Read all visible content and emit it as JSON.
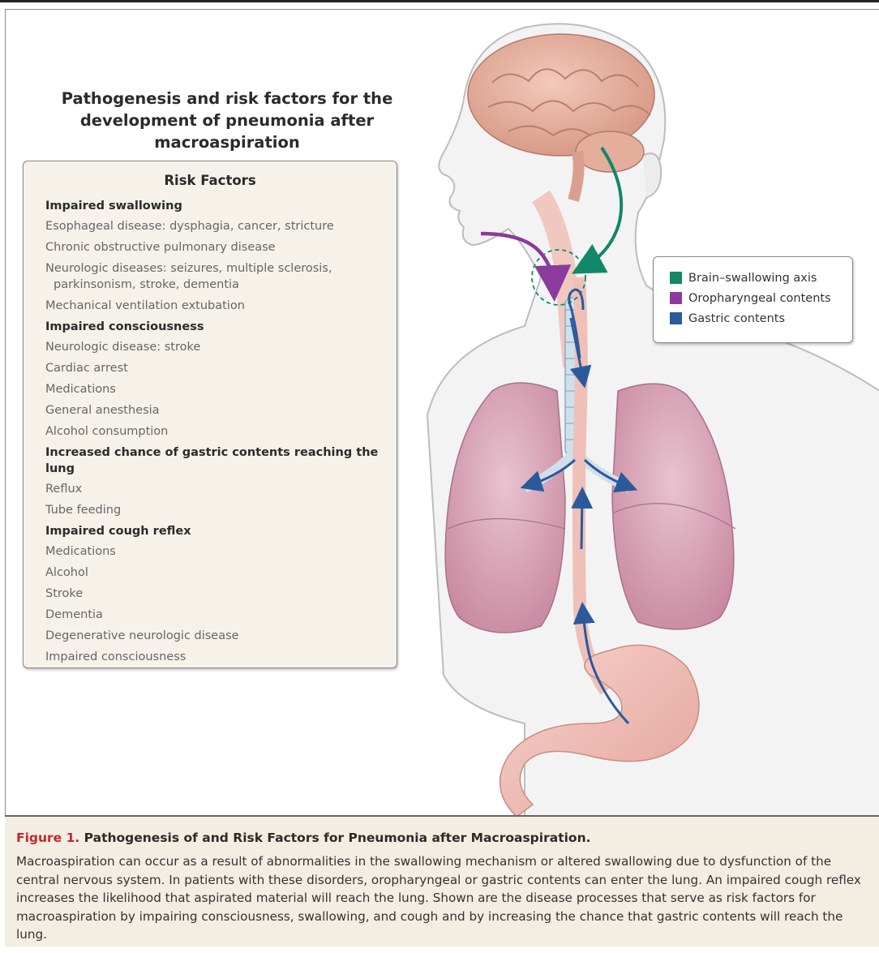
{
  "title": "Pathogenesis and risk factors for the development of pneumonia after macroaspiration",
  "risk_factors": {
    "heading": "Risk Factors",
    "groups": [
      {
        "title": "Impaired swallowing",
        "items": [
          "Esophageal disease: dysphagia, cancer, stricture",
          "Chronic obstructive pulmonary disease",
          "Neurologic diseases: seizures, multiple sclerosis, parkinsonism, stroke, dementia",
          "Mechanical ventilation extubation"
        ]
      },
      {
        "title": "Impaired consciousness",
        "items": [
          "Neurologic disease: stroke",
          "Cardiac arrest",
          "Medications",
          "General anesthesia",
          "Alcohol consumption"
        ]
      },
      {
        "title": "Increased chance of gastric contents reaching the lung",
        "items": [
          "Reflux",
          "Tube feeding"
        ]
      },
      {
        "title": "Impaired cough reflex",
        "items": [
          "Medications",
          "Alcohol",
          "Stroke",
          "Dementia",
          "Degenerative neurologic disease",
          "Impaired consciousness"
        ]
      }
    ]
  },
  "legend": [
    {
      "label": "Brain–swallowing axis",
      "color": "#12876a"
    },
    {
      "label": "Oropharyngeal contents",
      "color": "#8a3b9b"
    },
    {
      "label": "Gastric contents",
      "color": "#2a5a9a"
    }
  ],
  "caption": {
    "figure_number": "Figure 1.",
    "figure_title": "Pathogenesis of and Risk Factors for Pneumonia after Macroaspiration.",
    "text": "Macroaspiration can occur as a result of abnormalities in the swallowing mechanism or altered swallowing due to dysfunction of the central nervous system. In patients with these disorders, oropharyngeal or gastric contents can enter the lung. An impaired cough reflex increases the likelihood that aspirated material will reach the lung. Shown are the disease processes that serve as risk factors for macroaspiration by impairing consciousness, swallowing, and cough and by increasing the chance that gastric contents will reach the lung."
  }
}
